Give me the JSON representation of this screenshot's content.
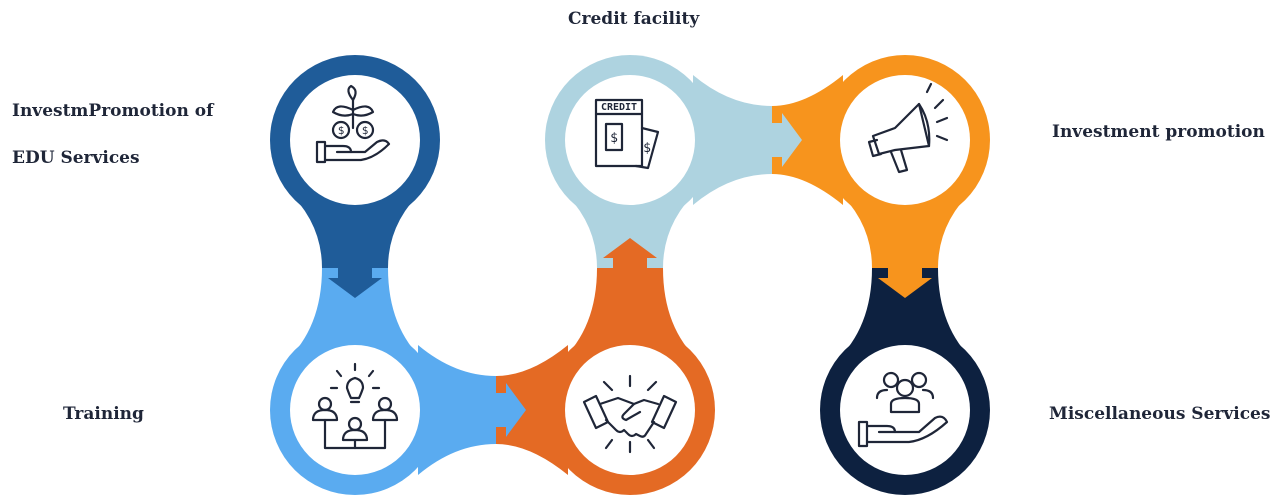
{
  "colors": {
    "dark_blue": "#1f5c99",
    "light_blue": "#5aabf0",
    "orange": "#e46a24",
    "pale_blue": "#aed3e0",
    "yellow_orange": "#f7941d",
    "navy": "#0d2140",
    "icon_stroke": "#1f2638"
  },
  "nodes": [
    {
      "id": "investment-growth",
      "color": "dark_blue",
      "icon": "plant-money-hand-icon",
      "label_lines": [
        "InvestmPromotion of",
        "EDU Services"
      ]
    },
    {
      "id": "training",
      "color": "light_blue",
      "icon": "team-idea-icon",
      "label_lines": [
        "Training"
      ]
    },
    {
      "id": "partnership",
      "color": "orange",
      "icon": "handshake-icon",
      "label_lines": []
    },
    {
      "id": "credit-facility",
      "color": "pale_blue",
      "icon": "credit-card-icon",
      "label_lines": [
        "Credit facility"
      ],
      "icon_text": "CREDIT"
    },
    {
      "id": "investment-promotion",
      "color": "yellow_orange",
      "icon": "megaphone-icon",
      "label_lines": [
        "Investment promotion"
      ]
    },
    {
      "id": "miscellaneous-services",
      "color": "navy",
      "icon": "group-hand-icon",
      "label_lines": [
        "Miscellaneous Services"
      ]
    }
  ],
  "flow": [
    "investment-growth",
    "training",
    "partnership",
    "credit-facility",
    "investment-promotion",
    "miscellaneous-services"
  ]
}
